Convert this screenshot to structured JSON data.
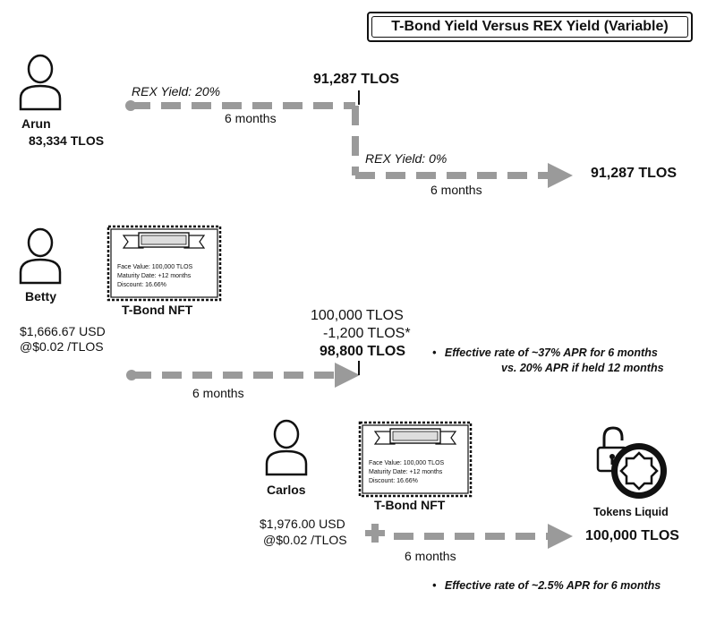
{
  "title": "T-Bond Yield Versus REX Yield (Variable)",
  "arun": {
    "name": "Arun",
    "amount": "83,334 TLOS",
    "rex_yield_1": "REX Yield: 20%",
    "period_1": "6 months",
    "mid_amount": "91,287 TLOS",
    "rex_yield_2": "REX Yield: 0%",
    "period_2": "6 months",
    "end_amount": "91,287 TLOS"
  },
  "betty": {
    "name": "Betty",
    "usd": "$1,666.67 USD",
    "rate": "@$0.02 /TLOS",
    "nft_label": "T-Bond NFT",
    "nft_face": "Face Value: 100,000 TLOS",
    "nft_maturity": "Maturity Date: +12 months",
    "nft_discount": "Discount: 16.66%",
    "period": "6 months",
    "face_amount": "100,000 TLOS",
    "fee_amount": "-1,200 TLOS*",
    "net_amount": "98,800 TLOS",
    "note_1": "Effective rate of ~37% APR for 6 months",
    "note_2": "vs. 20% APR if held 12 months",
    "bullet": "•"
  },
  "carlos": {
    "name": "Carlos",
    "usd": "$1,976.00 USD",
    "rate": "@$0.02 /TLOS",
    "nft_label": "T-Bond NFT",
    "nft_face": "Face Value: 100,000 TLOS",
    "nft_maturity": "Maturity Date: +12 months",
    "nft_discount": "Discount: 16.66%",
    "period": "6 months",
    "liquid_label": "Tokens Liquid",
    "liquid_amount": "100,000 TLOS",
    "note": "Effective rate of ~2.5% APR for 6 months",
    "bullet": "•"
  },
  "icons": {
    "person": "person-icon",
    "certificate": "t-bond-certificate-icon",
    "lock": "unlocked-padlock-icon",
    "token": "telos-token-icon"
  },
  "colors": {
    "arrow": "#9a9a9a",
    "ink": "#111111"
  }
}
